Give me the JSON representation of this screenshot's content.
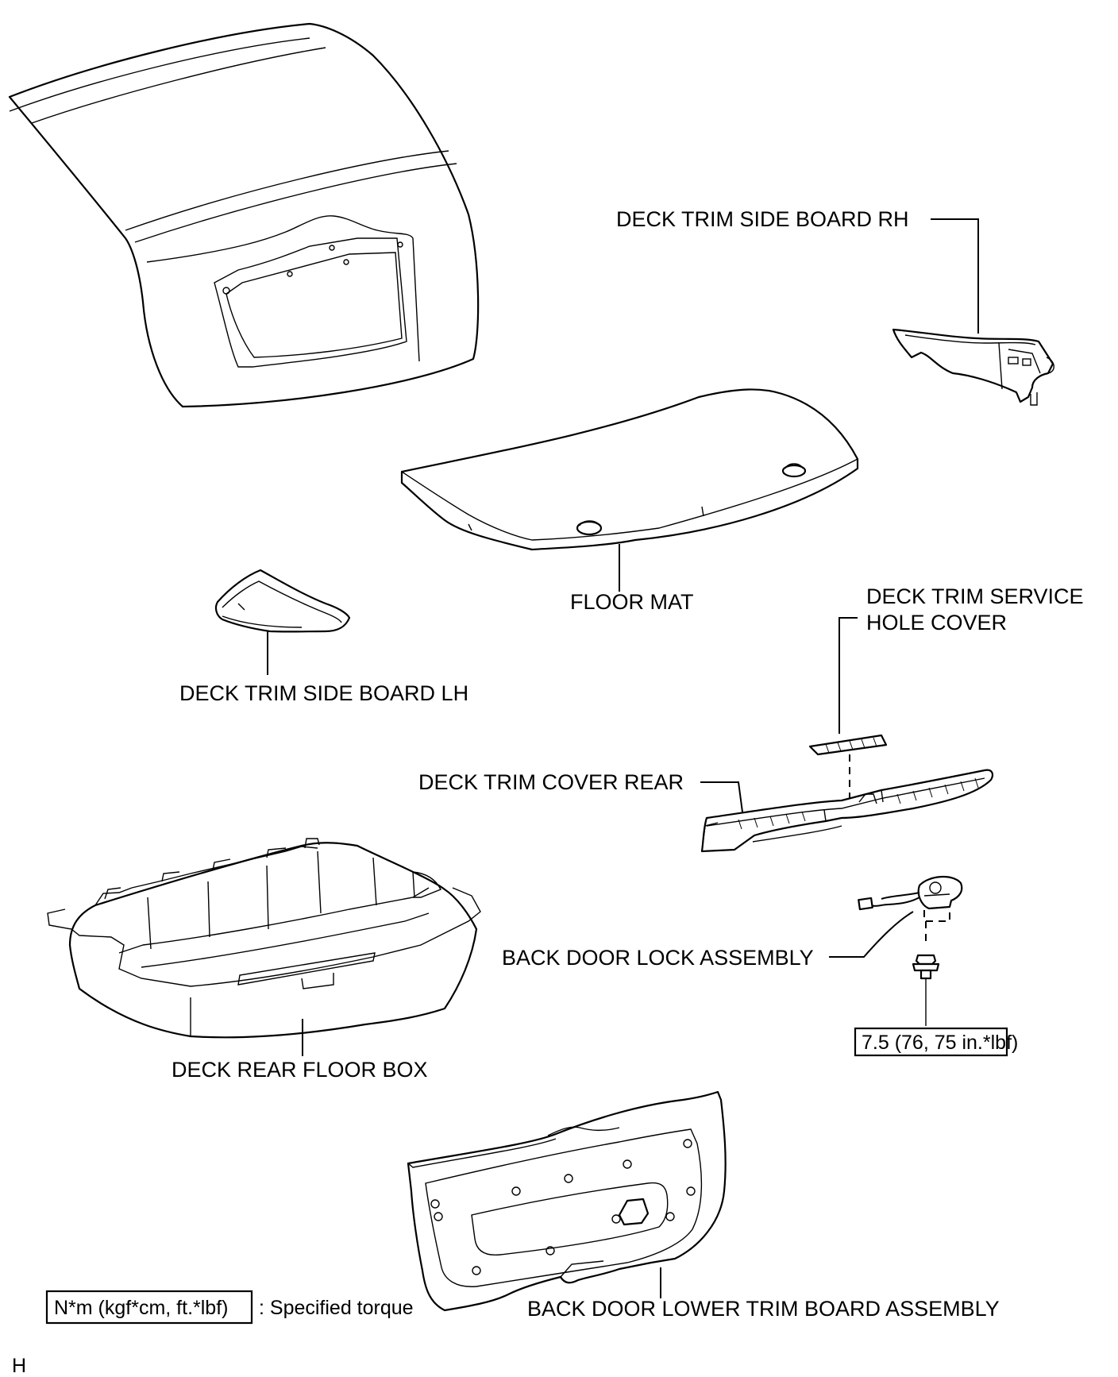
{
  "labels": {
    "side_board_rh": "DECK TRIM SIDE BOARD RH",
    "floor_mat": "FLOOR MAT",
    "side_board_lh": "DECK TRIM SIDE BOARD LH",
    "service_hole_cover_line1": "DECK TRIM SERVICE",
    "service_hole_cover_line2": "HOLE COVER",
    "cover_rear": "DECK TRIM COVER REAR",
    "lock_assembly": "BACK DOOR LOCK ASSEMBLY",
    "floor_box": "DECK REAR FLOOR BOX",
    "lower_trim_board": "BACK DOOR LOWER TRIM BOARD ASSEMBLY"
  },
  "torque": {
    "bolt_value": "7.5 (76, 75 in.*lbf)",
    "legend_unit": "N*m (kgf*cm, ft.*lbf)",
    "legend_text": ": Specified torque"
  },
  "figure_code": "H"
}
